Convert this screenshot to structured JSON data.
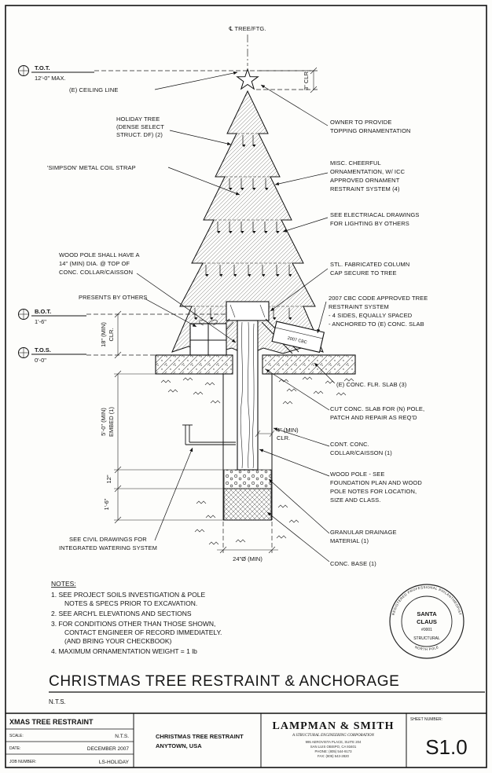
{
  "page": {
    "centerline": "℄ TREE/FTG.",
    "title": "CHRISTMAS TREE RESTRAINT & ANCHORAGE",
    "scale": "N.T.S."
  },
  "datums": {
    "tot_label": "T.O.T.",
    "tot_value": "12'-0\" MAX.",
    "bot_label": "B.O.T.",
    "bot_value": "1'-6\"",
    "tos_label": "T.O.S.",
    "tos_value": "0'-0\""
  },
  "dims": {
    "clr3": "3\" CLR.",
    "clr18_a": "18\" (MIN)",
    "clr18_b": "CLR.",
    "embed_a": "5'-0\" (MIN)",
    "embed_b": "EMBED (1)",
    "d12": "12\"",
    "d1_6": "1'-6\"",
    "clr4_a": "4\" (MIN)",
    "clr4_b": "CLR.",
    "dia24": "24\"Ø (MIN)"
  },
  "labels": {
    "ceiling": "(E) CEILING LINE",
    "holiday_tree": [
      "HOLIDAY TREE",
      "(DENSE SELECT",
      "STRUCT. DF) (2)"
    ],
    "simpson": "'SIMPSON' METAL COIL STRAP",
    "pole_dia": [
      "WOOD POLE SHALL HAVE A",
      "14\" (MIN) DIA. @ TOP OF",
      "CONC. COLLAR/CAISSON"
    ],
    "presents": "PRESENTS BY OTHERS",
    "civil": [
      "SEE CIVIL DRAWINGS FOR",
      "INTEGRATED WATERING SYSTEM"
    ],
    "topping": [
      "OWNER TO PROVIDE",
      "TOPPING ORNAMENTATION"
    ],
    "ornament": [
      "MISC. CHEERFUL",
      "ORNAMENTATION, W/ ICC",
      "APPROVED ORNAMENT",
      "RESTRAINT SYSTEM (4)"
    ],
    "electrical": [
      "SEE ELECTRIACAL DRAWINGS",
      "FOR LIGHTING BY OTHERS"
    ],
    "cap": [
      "STL. FABRICATED COLUMN",
      "CAP SECURE TO TREE"
    ],
    "restraint": [
      "2007 CBC CODE APPROVED TREE",
      "RESTRAINT SYSTEM",
      "- 4 SIDES, EQUALLY SPACED",
      "- ANCHORED TO (E) CONC. SLAB"
    ],
    "slab": "(E) CONC. FLR. SLAB (3)",
    "cut_slab": [
      "CUT CONC. SLAB FOR (N) POLE,",
      "PATCH AND REPAIR AS REQ'D"
    ],
    "collar": [
      "CONT. CONC.",
      "COLLAR/CAISSON (1)"
    ],
    "wood_pole": [
      "WOOD POLE - SEE",
      "FOUNDATION PLAN AND WOOD",
      "POLE NOTES FOR LOCATION,",
      "SIZE AND CLASS."
    ],
    "gravel": [
      "GRANULAR DRAINAGE",
      "MATERIAL (1)"
    ],
    "base": "CONC. BASE (1)",
    "gift": "2007 CBC"
  },
  "notes": {
    "heading": "NOTES:",
    "lines": [
      "1. SEE PROJECT SOILS INVESTIGATION & POLE",
      "NOTES & SPECS PRIOR TO EXCAVATION.",
      "2. SEE ARCH'L ELEVATIONS AND SECTIONS",
      "3. FOR CONDITIONS OTHER THAN THOSE SHOWN,",
      "CONTACT ENGINEER OF RECORD IMMEDIATELY.",
      "(AND BRING YOUR CHECKBOOK)",
      "4. MAXIMUM ORNAMENTATION WEIGHT = 1 lb"
    ]
  },
  "seal": {
    "ring": "REGISTERED PROFESSIONAL PHILANTHROPIST",
    "name1": "SANTA",
    "name2": "CLAUS",
    "number": "#0001",
    "discipline": "STRUCTURAL",
    "bottom": "NORTH POLE"
  },
  "titleblock": {
    "project": "XMAS TREE RESTRAINT",
    "scale_label": "SCALE:",
    "scale_value": "N.T.S.",
    "date_label": "DATE:",
    "date_value": "DECEMBER 2007",
    "job_label": "JOB NUMBER:",
    "job_value": "LS-HOLIDAY",
    "drawing_line1": "CHRISTMAS TREE RESTRAINT",
    "drawing_line2": "ANYTOWN, USA",
    "firm_name": "LAMPMAN & SMITH",
    "firm_sub": "A STRUCTURAL ENGINEERING CORPORATION",
    "firm_addr": [
      "995 AEROVISTA PLACE, SUITE 204",
      "SAN LUIS OBISPO, CA 93401",
      "PHONE: (805) 544-9173",
      "FAX: (805) 543-2820"
    ],
    "sheet_label": "SHEET NUMBER:",
    "sheet_value": "S1.0"
  }
}
